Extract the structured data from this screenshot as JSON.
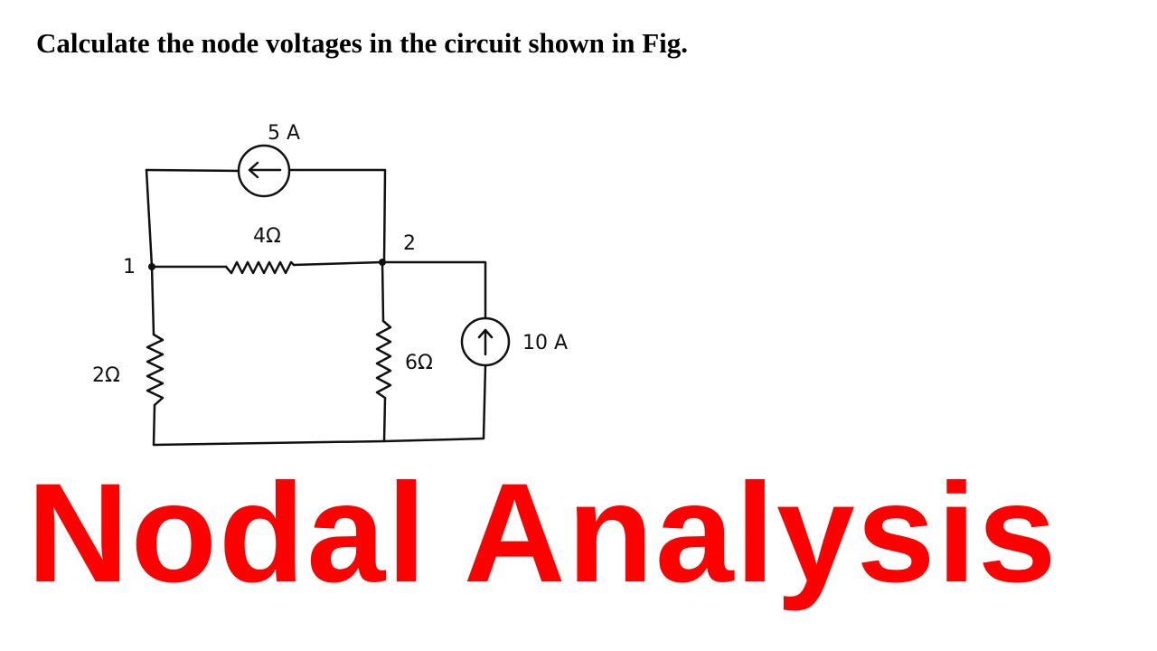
{
  "question": "Calculate the node voltages in the circuit shown in Fig.",
  "circuit": {
    "source_top": "5 A",
    "resistor_top": "4Ω",
    "node_1": "1",
    "node_2": "2",
    "resistor_left": "2Ω",
    "resistor_mid": "6Ω",
    "source_right": "10 A"
  },
  "banner": "Nodal Analysis",
  "colors": {
    "banner": "#fe0000",
    "ink": "#111111"
  }
}
